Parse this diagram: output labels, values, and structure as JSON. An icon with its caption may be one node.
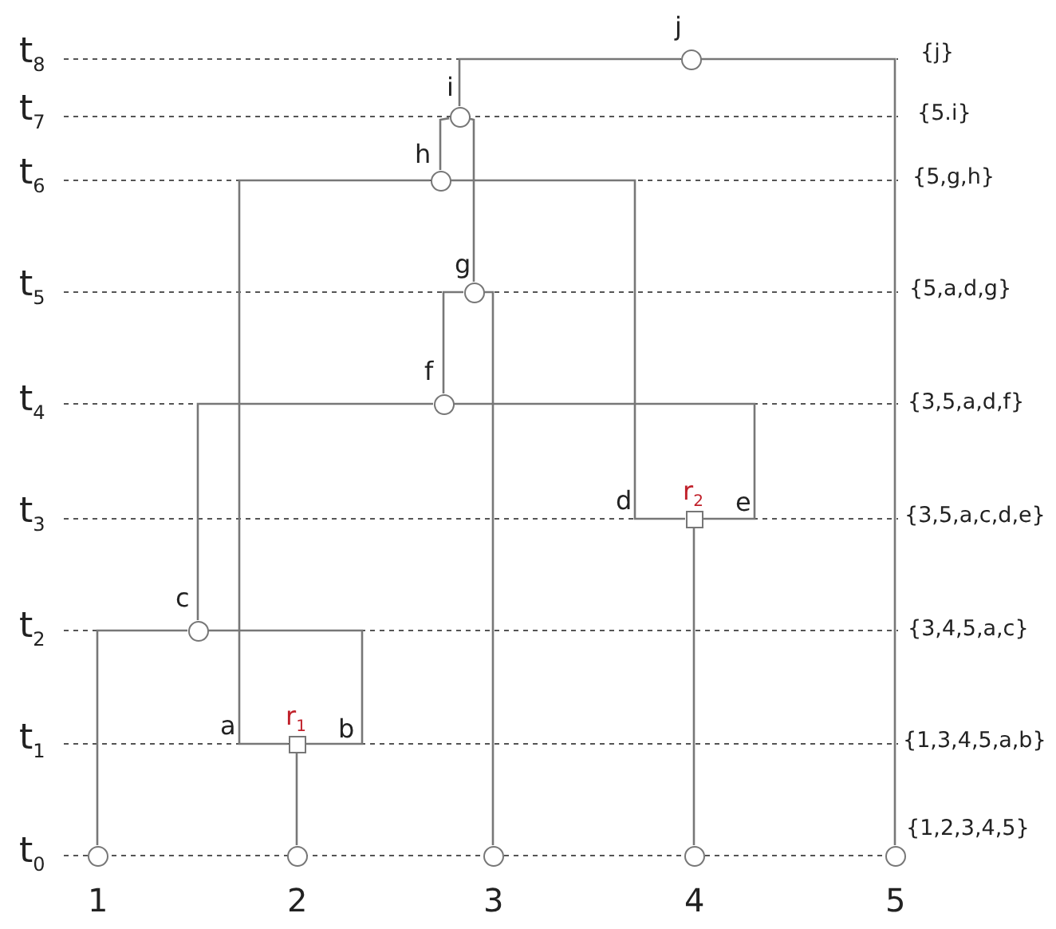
{
  "diagram": {
    "nodes": [
      {
        "text": [],
        "shape": "circle",
        "beside": [
          "j"
        ]
      },
      {
        "text": [],
        "shape": "circle",
        "beside": [
          "i"
        ]
      },
      {
        "text": [],
        "shape": "circle",
        "beside": [
          "h"
        ]
      },
      {
        "text": [],
        "shape": "circle",
        "beside": [
          "g"
        ]
      },
      {
        "text": [],
        "shape": "circle",
        "beside": [
          "f"
        ]
      },
      {
        "text": [],
        "shape": "box",
        "beside": [
          "r$_{2}$"
        ]
      },
      {
        "text": [],
        "shape": "circle",
        "beside": [
          "c"
        ]
      },
      {
        "text": [],
        "shape": "box",
        "beside": [
          "r$_{1}$"
        ]
      },
      {
        "text": [],
        "shape": "circle",
        "beside": [
          "1"
        ]
      },
      {
        "text": [],
        "shape": "circle",
        "beside": [
          "2"
        ]
      },
      {
        "text": [],
        "shape": "circle",
        "beside": [
          "3"
        ]
      },
      {
        "text": [],
        "shape": "circle",
        "beside": [
          "4"
        ]
      },
      {
        "text": [],
        "shape": "circle",
        "beside": [
          "5"
        ]
      }
    ],
    "edges": [
      {
        "from": 8,
        "to": 6,
        "arrow": "none"
      },
      {
        "from": 9,
        "to": 7,
        "arrow": "none"
      },
      {
        "from": 7,
        "to": 6,
        "arrow": "none"
      },
      {
        "from": 7,
        "to": 2,
        "arrow": "none"
      },
      {
        "from": 11,
        "to": 5,
        "arrow": "none"
      },
      {
        "from": 5,
        "to": 4,
        "arrow": "none"
      },
      {
        "from": 5,
        "to": 2,
        "arrow": "none"
      },
      {
        "from": 6,
        "to": 4,
        "arrow": "none"
      },
      {
        "from": 4,
        "to": 3,
        "arrow": "none"
      },
      {
        "from": 10,
        "to": 3,
        "arrow": "none"
      },
      {
        "from": 2,
        "to": 1,
        "arrow": "none"
      },
      {
        "from": 3,
        "to": 1,
        "arrow": "none"
      },
      {
        "from": 1,
        "to": 0,
        "arrow": "none"
      },
      {
        "from": 12,
        "to": 0,
        "arrow": "none"
      }
    ],
    "labels": [
      "t$_{8}$",
      "{j}",
      "t$_{7}$",
      "{5.i}",
      "t$_{6}$",
      "{5,g,h}",
      "t$_{5}$",
      "{5,a,d,g}",
      "t$_{4}$",
      "{3,5,a,d,f}",
      "d",
      "e",
      "t$_{3}$",
      "{3,5,a,c,d,e}",
      "t$_{2}$",
      "{3,4,5,a,c}",
      "a",
      "b",
      "t$_{1}$",
      "{1,3,4,5,a,b}",
      "{1,2,3,4,5}",
      "t$_{0}$"
    ]
  }
}
